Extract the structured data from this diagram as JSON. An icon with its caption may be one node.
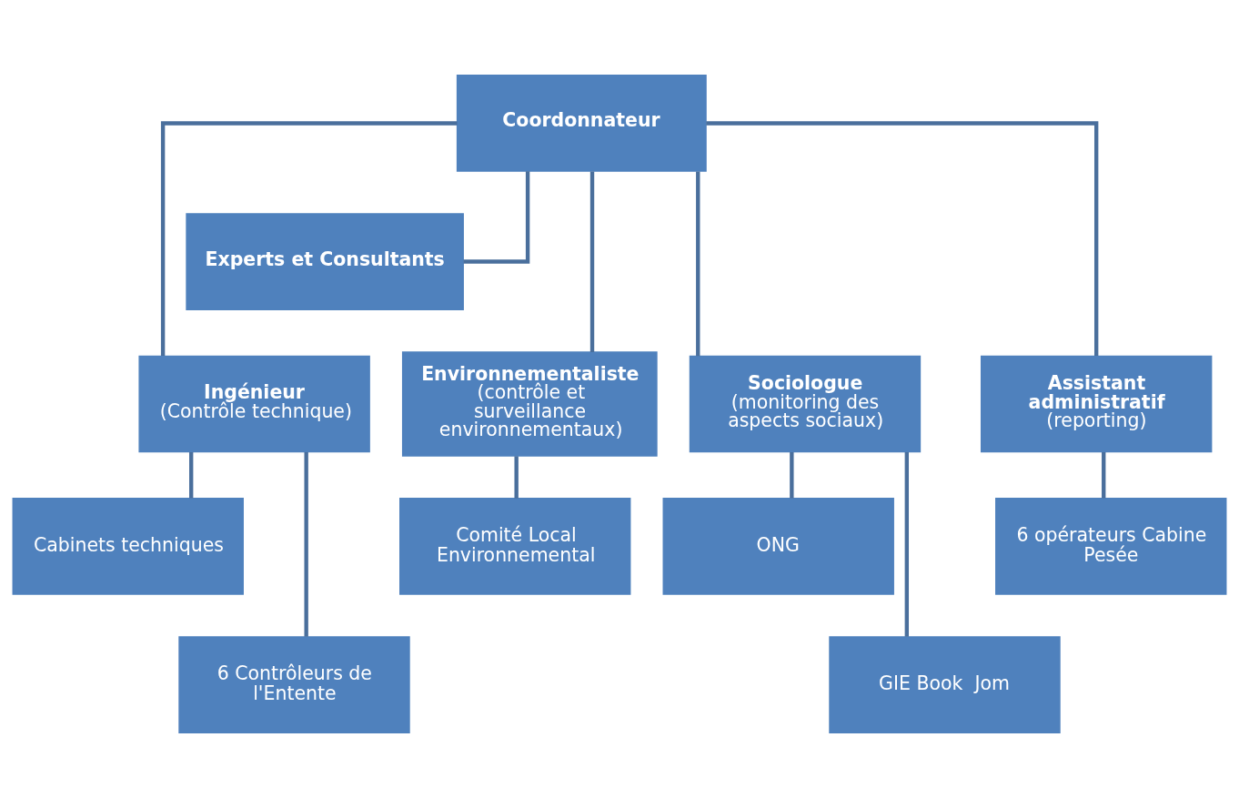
{
  "diagram": {
    "nodes": [
      {
        "text": [
          "Coordonnateur"
        ]
      },
      {
        "text": [
          "Experts et Consultants"
        ]
      },
      {
        "text": [
          "Ingénieur",
          "(Contrôle technique)"
        ]
      },
      {
        "text": [
          "Environnementaliste",
          "(contrôle et surveillance environnementaux)"
        ]
      },
      {
        "text": [
          "Sociologue",
          "(monitoring des aspects sociaux)"
        ]
      },
      {
        "text": [
          "Assistant administratif",
          "(reporting)"
        ]
      },
      {
        "text": [
          "Cabinets techniques"
        ]
      },
      {
        "text": [
          "6 Contrôleurs de l'Entente"
        ]
      },
      {
        "text": [
          "Comité Local Environnemental"
        ]
      },
      {
        "text": [
          "ONG"
        ]
      },
      {
        "text": [
          "GIE Book  Jom"
        ]
      },
      {
        "text": [
          "6 opérateurs Cabine Pesée"
        ]
      }
    ],
    "edges": [
      {
        "from": 0,
        "to": 1,
        "arrow": "none"
      },
      {
        "from": 0,
        "to": 2,
        "arrow": "none"
      },
      {
        "from": 0,
        "to": 3,
        "arrow": "none"
      },
      {
        "from": 0,
        "to": 4,
        "arrow": "none"
      },
      {
        "from": 0,
        "to": 5,
        "arrow": "none"
      },
      {
        "from": 2,
        "to": 6,
        "arrow": "none"
      },
      {
        "from": 2,
        "to": 7,
        "arrow": "none"
      },
      {
        "from": 3,
        "to": 8,
        "arrow": "none"
      },
      {
        "from": 4,
        "to": 9,
        "arrow": "none"
      },
      {
        "from": 4,
        "to": 10,
        "arrow": "none"
      },
      {
        "from": 5,
        "to": 11,
        "arrow": "none"
      }
    ]
  }
}
